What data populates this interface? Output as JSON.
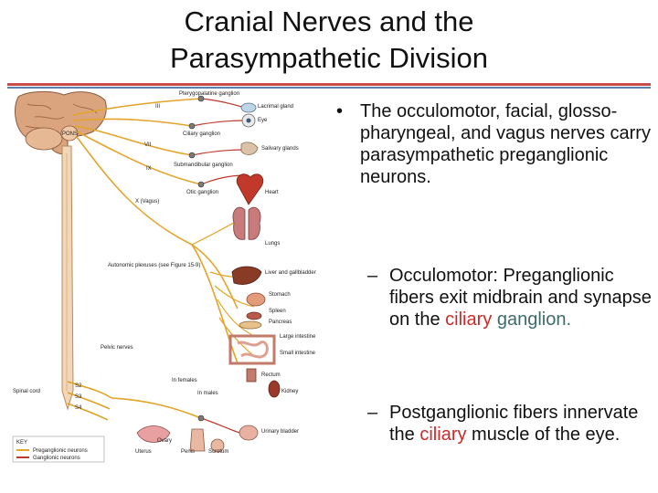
{
  "slide": {
    "title_line1": "Cranial Nerves and the",
    "title_line2": "Parasympathetic Division",
    "bullet": "The occulomotor, facial, glosso-pharyngeal, and vagus nerves carry parasympathetic preganglionic neurons.",
    "sub1": {
      "text": "Occulomotor: Preganglionic fibers exit midbrain and synapse on the ",
      "word_red": "ciliary",
      "word_teal": "ganglion."
    },
    "sub2": {
      "text": "Postganglionic fibers innervate the ",
      "word_red": "ciliary",
      "tail": "muscle of the eye."
    }
  },
  "figure": {
    "labels": {
      "pterygopalatine": "Pterygopalatine ganglion",
      "lacrimal": "Lacrimal gland",
      "eye": "Eye",
      "ciliary": "Ciliary ganglion",
      "salivary": "Salivary glands",
      "submandibular": "Submandibular ganglion",
      "otic": "Otic ganglion",
      "heart": "Heart",
      "lungs": "Lungs",
      "liver": "Liver and gallbladder",
      "stomach": "Stomach",
      "spleen": "Spleen",
      "pancreas": "Pancreas",
      "large_int": "Large intestine",
      "small_int": "Small intestine",
      "rectum": "Rectum",
      "kidney": "Kidney",
      "bladder": "Urinary bladder",
      "ovary": "Ovary",
      "uterus": "Uterus",
      "penis": "Penis",
      "scrotum": "Scrotum",
      "pons": "PONS",
      "cn3": "III",
      "cn7": "VII",
      "cn9": "IX",
      "cn10": "X (Vagus)",
      "autonomic": "Autonomic plexuses (see Figure 15-9)",
      "pelvic": "Pelvic nerves",
      "spinal": "Spinal cord",
      "s2": "S2",
      "s3": "S3",
      "s4": "S4",
      "in_females": "In females",
      "in_males": "In males",
      "key": "KEY",
      "pre": "Preganglionic neurons",
      "post": "Ganglionic neurons"
    }
  }
}
